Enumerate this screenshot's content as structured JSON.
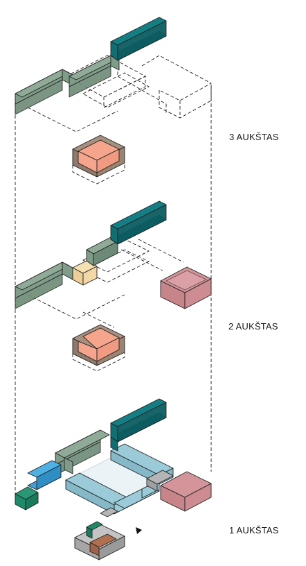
{
  "floors": [
    {
      "label": "3 AUKŠTAS"
    },
    {
      "label": "2 AUKŠTAS"
    },
    {
      "label": "1 AUKŠTAS"
    }
  ],
  "colors": {
    "sage": "#7f9c88",
    "teal": "#0f6f73",
    "salmon": "#f5a58c",
    "mauve": "#a6907e",
    "rose": "#d3959a",
    "light_blue": "#9bcbd8",
    "blue": "#3f9fd6",
    "dark_green": "#1f8a6a",
    "grey": "#a6a6a6",
    "cream": "#f6dfb0"
  },
  "icons": {
    "entrance_marker": "triangle-pointer-icon"
  }
}
